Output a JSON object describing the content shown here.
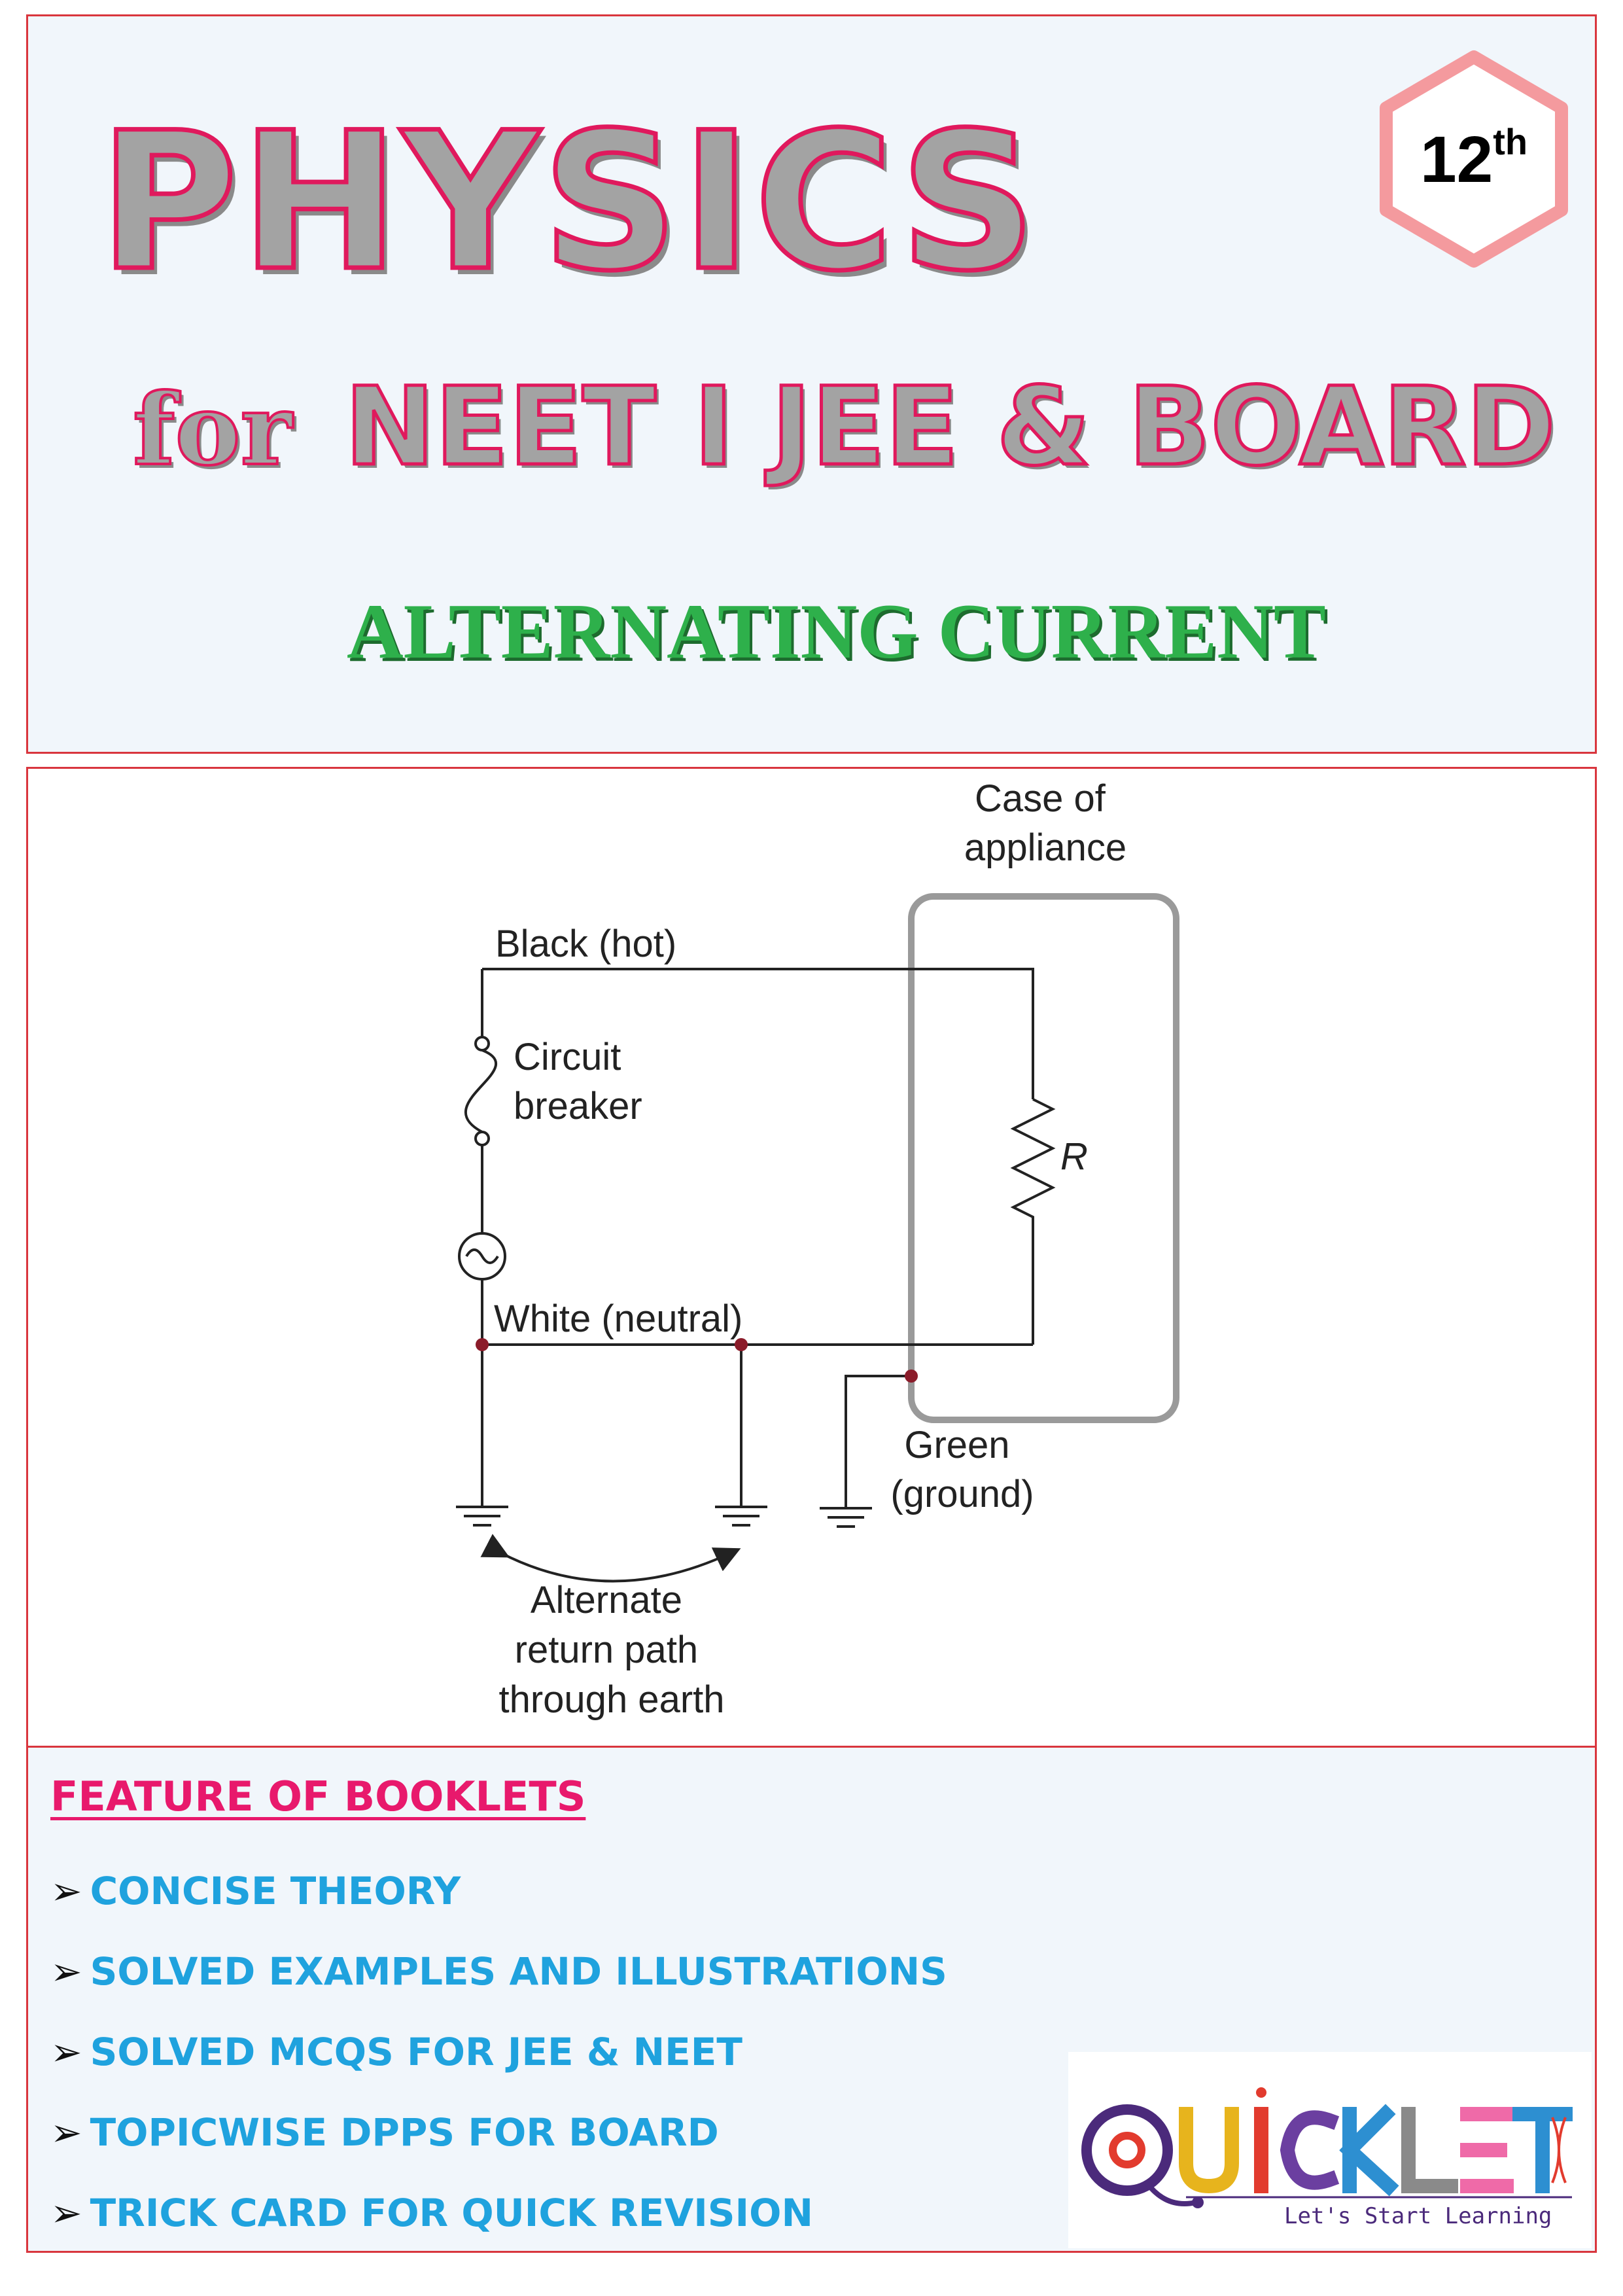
{
  "header": {
    "title": "PHYSICS",
    "subtitle_prefix": "for",
    "subtitle_exams": "NEET I JEE & BOARD",
    "chapter": "ALTERNATING CURRENT",
    "grade_number": "12",
    "grade_suffix": "th"
  },
  "diagram": {
    "labels": {
      "case": [
        "Case of",
        "appliance"
      ],
      "hot": "Black (hot)",
      "breaker": [
        "Circuit",
        "breaker"
      ],
      "resistor": "R",
      "neutral": "White (neutral)",
      "ground": [
        "Green",
        "(ground)"
      ],
      "alternate": [
        "Alternate",
        "return path",
        "through earth"
      ]
    }
  },
  "features": {
    "heading": "FEATURE OF BOOKLETS",
    "items": [
      "CONCISE THEORY",
      "SOLVED EXAMPLES AND ILLUSTRATIONS",
      "SOLVED MCQS FOR JEE & NEET",
      "TOPICWISE DPPS FOR BOARD",
      "TRICK CARD FOR QUICK REVISION"
    ],
    "arrow_glyph": "➢"
  },
  "logo": {
    "brand": "QUICKLET",
    "tagline": "Let's Start Learning"
  }
}
